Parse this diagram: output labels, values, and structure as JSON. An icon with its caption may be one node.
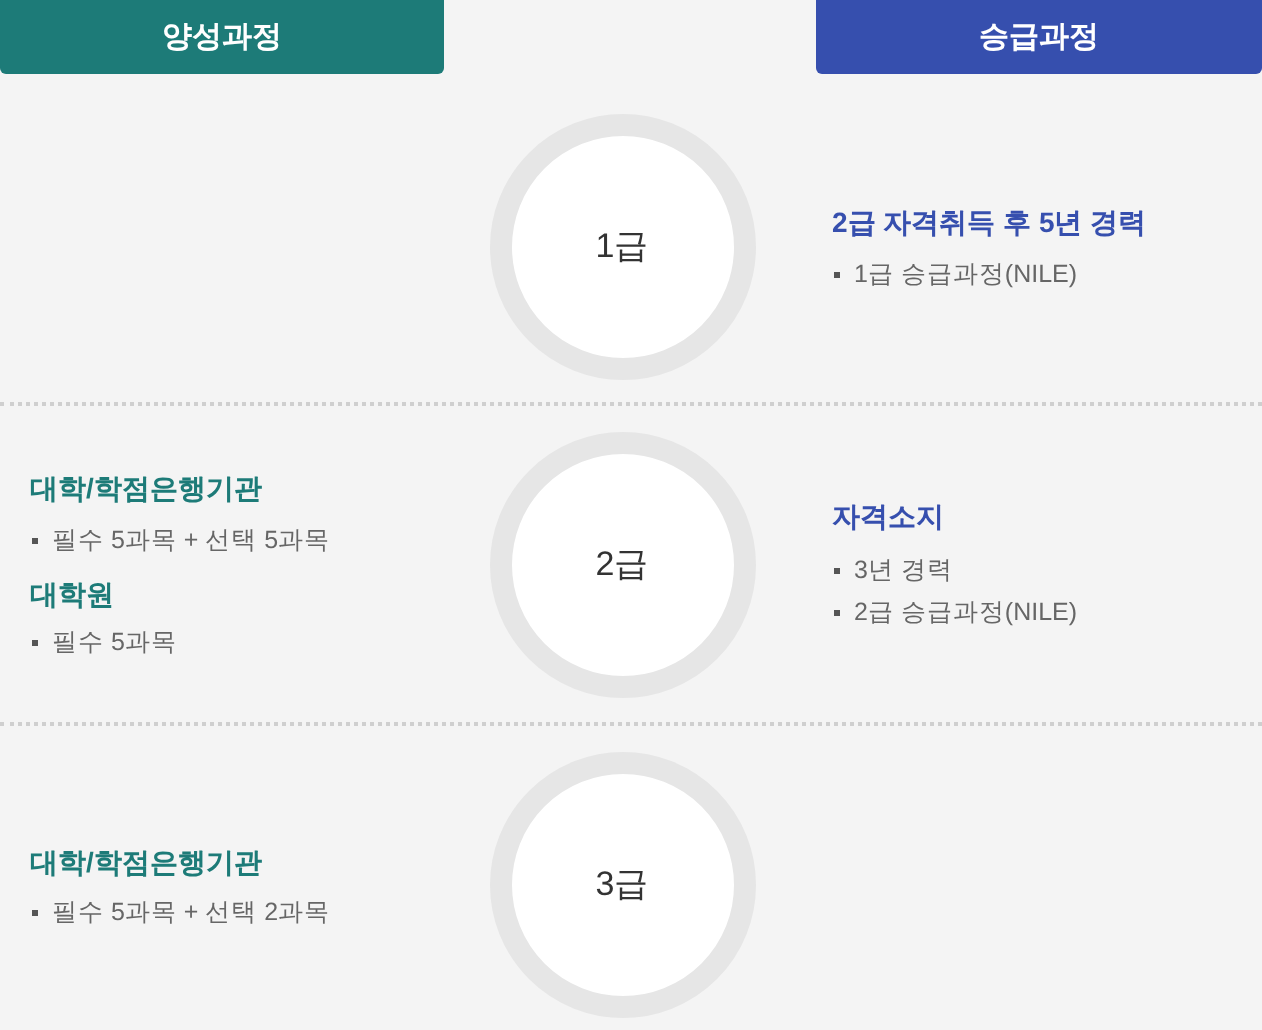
{
  "diagram": {
    "nodes": [
      {
        "text": [
          "양성과정"
        ]
      },
      {
        "text": [
          "승급과정"
        ]
      },
      {
        "text": [
          "1급"
        ]
      },
      {
        "text": [
          "2급"
        ]
      },
      {
        "text": [
          "3급"
        ]
      }
    ],
    "edges": [],
    "labels": [
      "2급 자격취득 후 5년 경력",
      "1급 승급과정(NILE)",
      "대학/학점은행기관",
      "필수 5과목 + 선택 5과목",
      "대학원",
      "필수 5과목",
      "자격소지",
      "3년 경력",
      "2급 승급과정(NILE)",
      "대학/학점은행기관",
      "필수 5과목 + 선택 2과목"
    ]
  }
}
